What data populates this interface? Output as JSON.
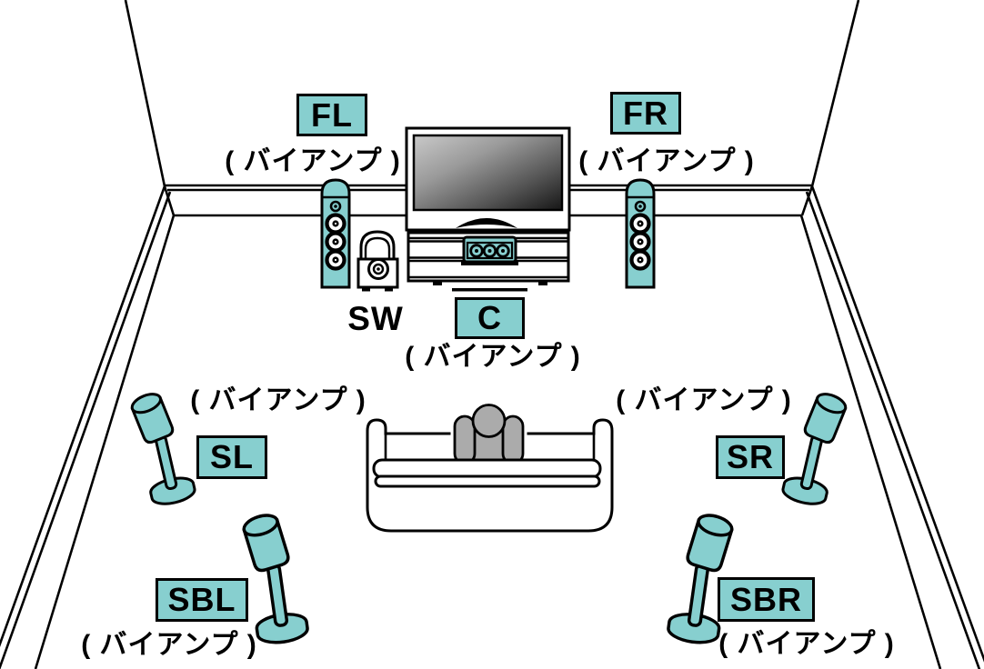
{
  "colors": {
    "speaker_teal": "#87CFCF",
    "outline_black": "#000000",
    "listener_gray": "#ABABAB"
  },
  "labels": {
    "fl": {
      "text": "FL",
      "note": "( バイアンプ )"
    },
    "fr": {
      "text": "FR",
      "note": "( バイアンプ )"
    },
    "c": {
      "text": "C",
      "note": "( バイアンプ )"
    },
    "sw": {
      "text": "SW"
    },
    "sl": {
      "text": "SL",
      "note": "( バイアンプ )"
    },
    "sr": {
      "text": "SR",
      "note": "( バイアンプ )"
    },
    "sbl": {
      "text": "SBL",
      "note": "( バイアンプ )"
    },
    "sbr": {
      "text": "SBR",
      "note": "( バイアンプ )"
    }
  }
}
